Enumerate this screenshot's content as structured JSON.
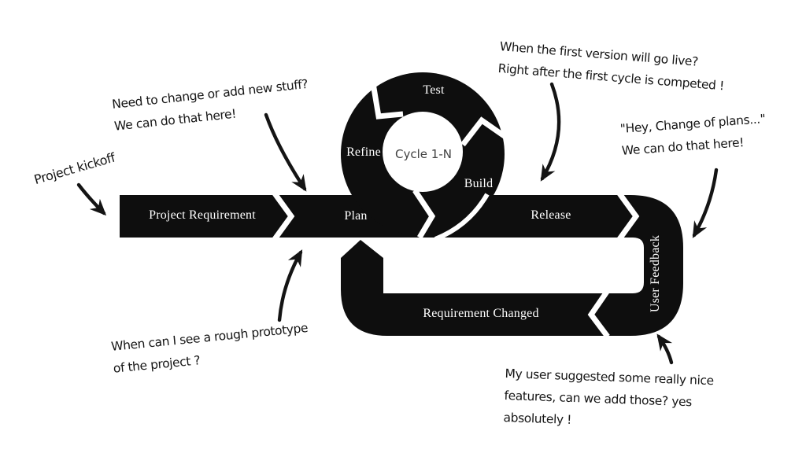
{
  "colors": {
    "ink": "#0e0e0e",
    "background": "#ffffff",
    "label_text": "#ffffff",
    "center_text": "#424242"
  },
  "flow": {
    "project_requirement": "Project Requirement",
    "plan": "Plan",
    "release": "Release",
    "user_feedback": "User Feedback",
    "requirement_changed": "Requirement Changed"
  },
  "cycle": {
    "center": "Cycle 1-N",
    "test": "Test",
    "refine": "Refine",
    "build": "Build"
  },
  "annotations": {
    "kickoff": {
      "line1": "Project kickoff"
    },
    "need_change": {
      "line1": "Need to change or add new stuff?",
      "line2": "We can do that here!"
    },
    "go_live": {
      "line1": "When the first version will go live?",
      "line2": "Right after the first cycle is competed !"
    },
    "change_plans": {
      "line1": "\"Hey, Change of plans...\"",
      "line2": "We can do that here!"
    },
    "prototype": {
      "line1": "When can I see a rough prototype",
      "line2": "of the project ?"
    },
    "user_suggested": {
      "line1": "My user suggested some really nice",
      "line2": "features, can we add those? yes",
      "line3": "absolutely !"
    }
  }
}
